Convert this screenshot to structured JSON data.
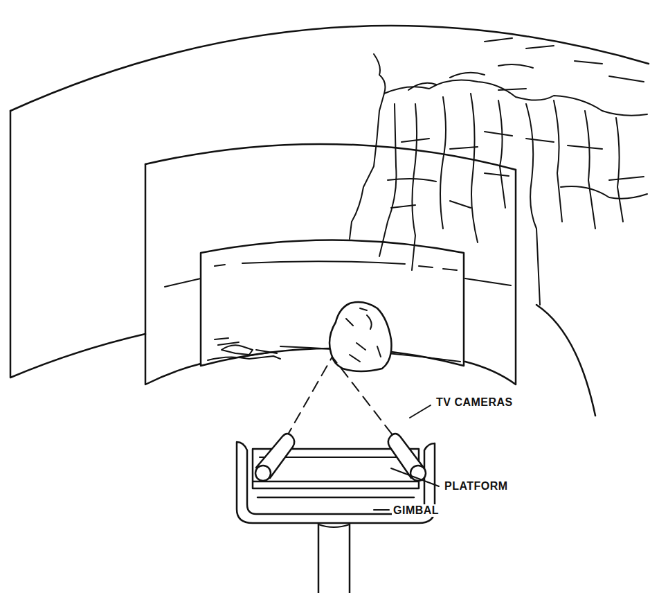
{
  "diagram": {
    "labels": [
      "TV CAMERAS",
      "PLATFORM",
      "GIMBAL"
    ]
  }
}
